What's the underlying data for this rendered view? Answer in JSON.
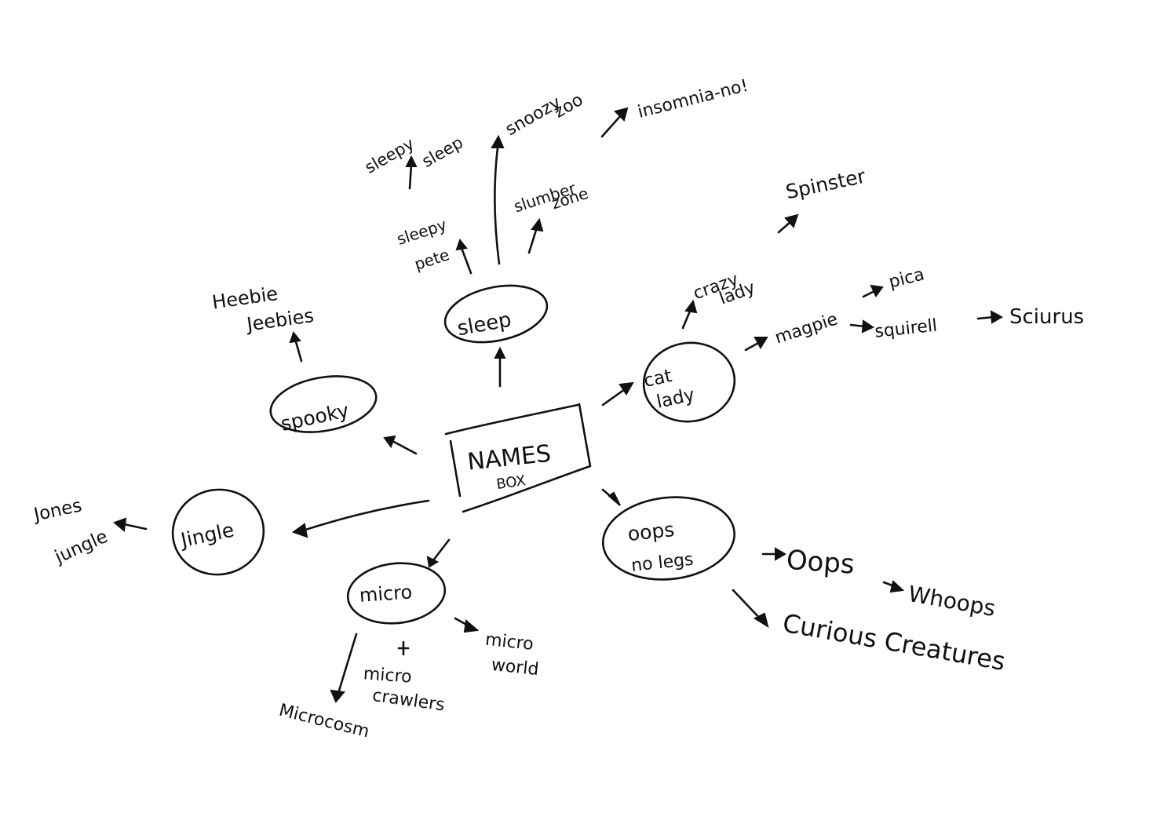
{
  "center": {
    "line1": "NAMES",
    "line2": "BOX"
  },
  "branches": {
    "sleep": "sleep",
    "spooky": "spooky",
    "cat_lady": {
      "line1": "cat",
      "line2": "lady"
    },
    "jingle": "Jingle",
    "micro": "micro",
    "oops_no_legs": {
      "line1": "oops",
      "line2": "no legs"
    }
  },
  "ideas": {
    "sleepy_sleep": {
      "line1": "sleepy",
      "line2": "sleep"
    },
    "snoozy_zoo": {
      "line1": "snoozy",
      "line2": "zoo"
    },
    "insomnia_no": "insomnia-no!",
    "slumber_zone": {
      "line1": "slumber",
      "line2": "zone"
    },
    "sleepy_pete": {
      "line1": "sleepy",
      "line2": "pete"
    },
    "heebie_jeebies": {
      "line1": "Heebie",
      "line2": "Jeebies"
    },
    "spinster": "Spinster",
    "crazy_lady": {
      "line1": "crazy",
      "line2": "lady"
    },
    "magpie": "magpie",
    "pica": "pica",
    "squirrell": "squirell",
    "sciurus": "Sciurus",
    "jones_jungle": {
      "line1": "Jones",
      "line2": "jungle"
    },
    "oops": "Oops",
    "whoops": "Whoops",
    "curious_creatures": "Curious Creatures",
    "micro_world": {
      "line1": "micro",
      "line2": "world"
    },
    "micro_crawlers": {
      "line1": "micro",
      "line2": "crawlers"
    },
    "microcosm": "Microcosm"
  }
}
